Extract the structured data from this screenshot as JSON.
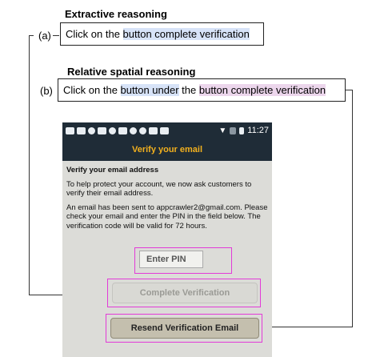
{
  "annotations": {
    "a": {
      "heading": "Extractive reasoning",
      "tag": "(a)",
      "parts": [
        {
          "text": "Click on the ",
          "hl": ""
        },
        {
          "text": "button complete verification",
          "hl": "blue"
        }
      ]
    },
    "b": {
      "heading": "Relative spatial reasoning",
      "tag": "(b)",
      "parts": [
        {
          "text": "Click on the ",
          "hl": ""
        },
        {
          "text": "button under",
          "hl": "blue"
        },
        {
          "text": " the ",
          "hl": ""
        },
        {
          "text": "button complete verification",
          "hl": "pink"
        }
      ]
    }
  },
  "phone": {
    "status_time": "11:27",
    "title": "Verify your email",
    "heading": "Verify your email address",
    "para1": "To help protect your account, we now ask customers to verify their email address.",
    "para2": "An email has been sent to appcrawler2@gmail.com. Please check your email and enter the PIN in the field below. The verification code will be valid for 72 hours.",
    "pin_placeholder": "Enter PIN",
    "complete_button": "Complete Verification",
    "resend_button": "Resend Verification Email"
  },
  "colors": {
    "highlight_blue": "#d7e3f8",
    "highlight_pink": "#ecd6ec",
    "frame_magenta": "#e23bd8",
    "titlebar": "#1f2c37",
    "title_text": "#f2b01e"
  }
}
